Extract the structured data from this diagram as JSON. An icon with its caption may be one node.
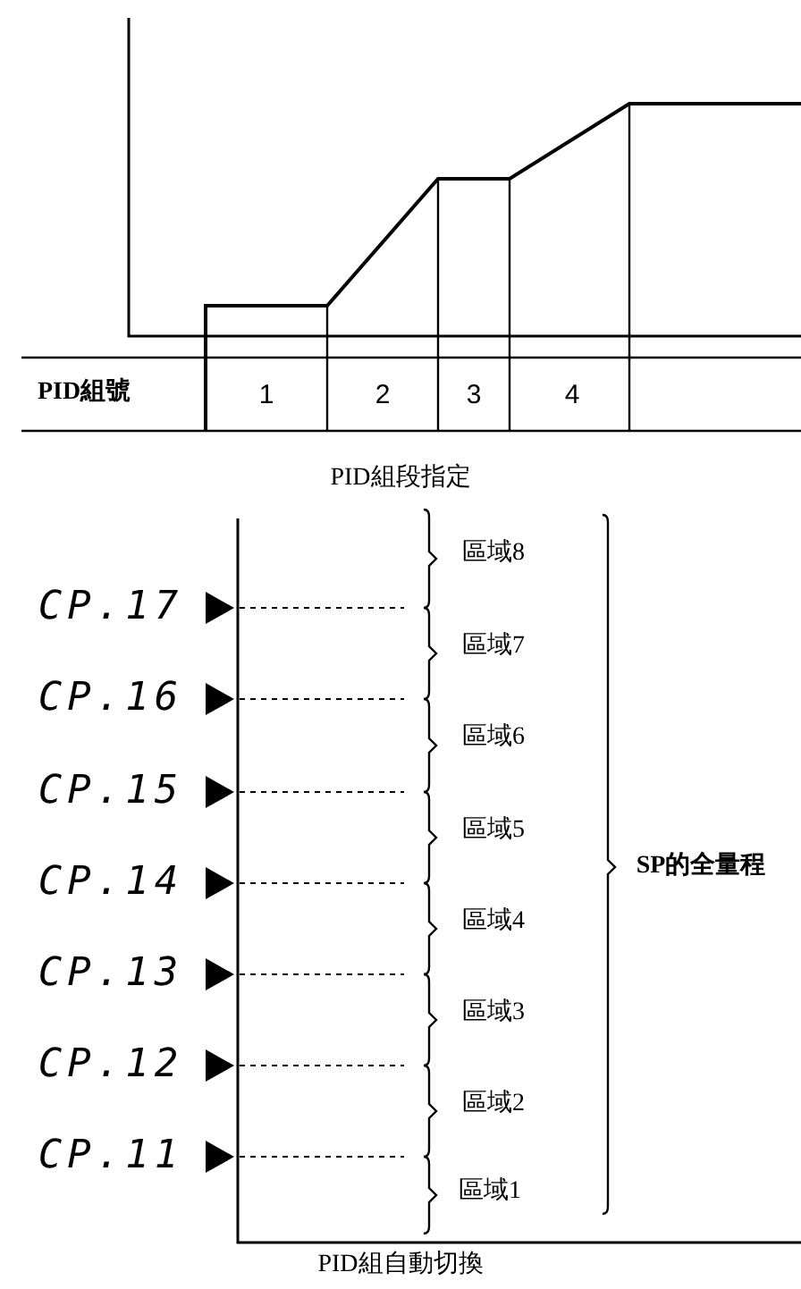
{
  "diagram": {
    "labels": [
      "PID組號",
      "1",
      "2",
      "3",
      "4",
      "PID組段指定",
      "區域8",
      "CP.17",
      "區域7",
      "CP.16",
      "區域6",
      "CP.15",
      "區域5",
      "SP的全量程",
      "CP.14",
      "區域4",
      "CP.13",
      "區域3",
      "CP.12",
      "區域2",
      "CP.11",
      "區域1",
      "PID組自動切換"
    ]
  }
}
